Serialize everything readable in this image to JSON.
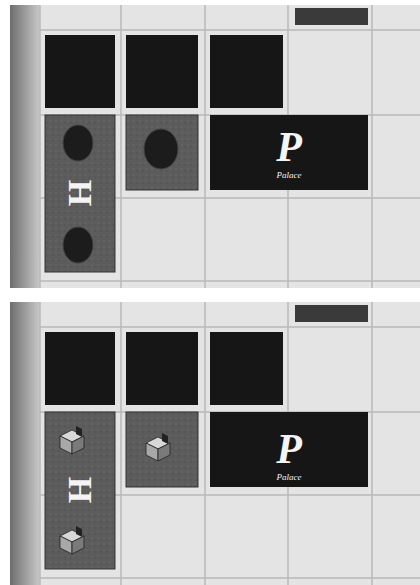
{
  "diagram": {
    "nodes": [
      {
        "text": [
          "H"
        ]
      },
      {
        "text": [
          "P",
          "Palace"
        ]
      },
      {
        "text": [
          "H"
        ]
      },
      {
        "text": [
          "P",
          "Palace"
        ]
      }
    ]
  }
}
